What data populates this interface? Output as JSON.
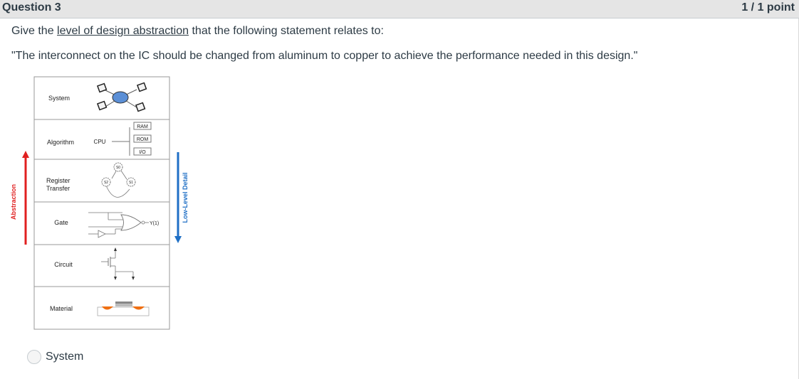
{
  "question": {
    "title": "Question 3",
    "points": "1 / 1 point",
    "prompt_before": "Give the ",
    "prompt_link": "level of design abstraction",
    "prompt_after": " that the following statement relates to:",
    "statement": "\"The interconnect on the IC should be changed from aluminum to copper to achieve the performance needed in this design.\""
  },
  "figure": {
    "levels": [
      "System",
      "Algorithm",
      "Register Transfer",
      "Gate",
      "Circuit",
      "Material"
    ],
    "register_line1": "Register",
    "register_line2": "Transfer",
    "left_axis_label": "Abstraction",
    "right_axis_label": "Low-Level Detail",
    "cpu_label": "CPU",
    "ram_label": "RAM",
    "rom_label": "ROM",
    "io_label": "I/O",
    "state_s0": "S0",
    "state_s1": "S1",
    "state_s2": "S2",
    "gate_output": "Y(1)",
    "up_arrow_color": "#e02020",
    "down_arrow_color": "#1f6fc5"
  },
  "answer": {
    "option_label": "System",
    "selected": false
  }
}
